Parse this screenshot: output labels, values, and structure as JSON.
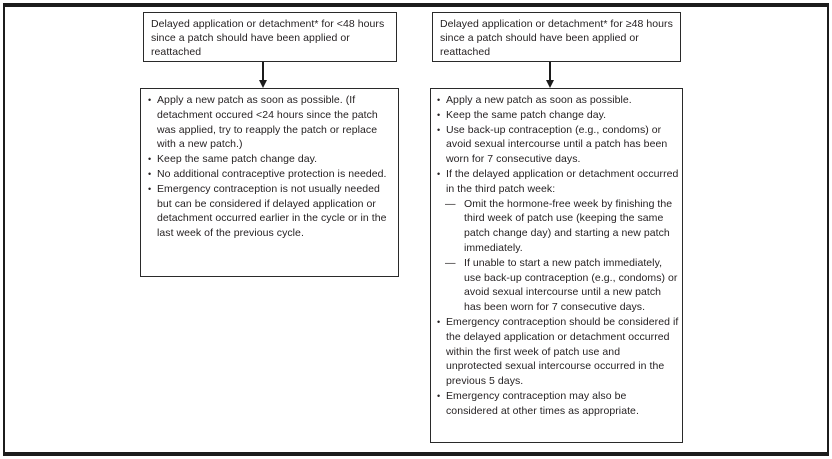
{
  "figure": {
    "icons": {
      "bullet": "•",
      "dash": "—",
      "arrow_down": "down-arrow"
    },
    "colors": {
      "background": "#ffffff",
      "text": "#231f20",
      "border": "#1c1c1c"
    },
    "columns": [
      {
        "header": "Delayed application or detachment* for <48 hours since a patch should have been applied or reattached",
        "bullets": [
          {
            "level": 1,
            "text": "Apply a new patch as soon as possible. (If detachment occured <24 hours since the patch was applied, try to reapply the patch or replace with a new patch.)"
          },
          {
            "level": 1,
            "text": "Keep the same patch change day."
          },
          {
            "level": 1,
            "text": "No additional contraceptive protection is needed."
          },
          {
            "level": 1,
            "text": "Emergency contraception is not usually needed but can be considered if delayed application or detachment occurred earlier in the cycle or in the last week of the previous cycle."
          }
        ]
      },
      {
        "header": "Delayed application or detachment* for ≥48 hours since a patch should have been applied or reattached",
        "bullets": [
          {
            "level": 1,
            "text": "Apply a new patch as soon as possible."
          },
          {
            "level": 1,
            "text": "Keep the same patch change day."
          },
          {
            "level": 1,
            "text": "Use back-up contraception (e.g., condoms) or avoid sexual intercourse until a patch has been worn for 7 consecutive days."
          },
          {
            "level": 1,
            "text": "If the delayed application or detachment occurred in the third patch week:"
          },
          {
            "level": 2,
            "text": "Omit the hormone-free week by finishing the third week of patch use (keeping the same patch change day) and starting a new patch immediately."
          },
          {
            "level": 2,
            "text": "If unable to start a new patch immediately, use back-up contraception (e.g., condoms) or avoid sexual intercourse until a new patch has been worn for 7 consecutive days."
          },
          {
            "level": 1,
            "text": "Emergency contraception should be considered if the delayed application or detachment occurred within the first week of patch use and unprotected sexual intercourse occurred in the previous 5 days."
          },
          {
            "level": 1,
            "text": "Emergency contraception may also be considered at other times as appropriate."
          }
        ]
      }
    ]
  }
}
